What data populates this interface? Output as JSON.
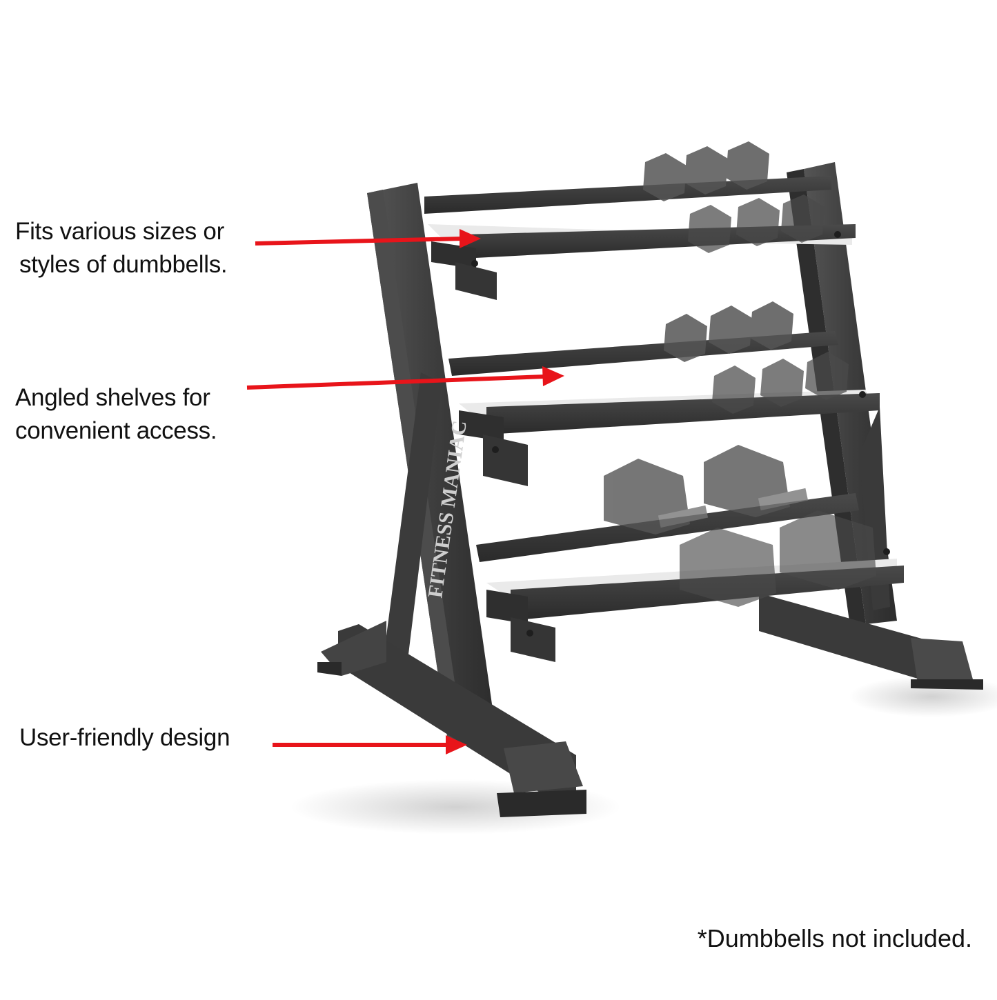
{
  "callouts": [
    {
      "lines": [
        "Fits various sizes or",
        "styles of dumbbells."
      ],
      "arrow_color": "#e8141a"
    },
    {
      "lines": [
        "Angled shelves for",
        "convenient access."
      ],
      "arrow_color": "#e8141a"
    },
    {
      "lines": [
        "User-friendly design"
      ],
      "arrow_color": "#e8141a"
    }
  ],
  "product": {
    "brand_label": "FITNESS MANIAC",
    "type": "3-tier dumbbell rack",
    "frame_color": "#3c3c3c",
    "tiers": 3
  },
  "footnote": "*Dumbbells not included.",
  "colors": {
    "arrow": "#e8141a",
    "text": "#111111",
    "background": "#ffffff"
  }
}
